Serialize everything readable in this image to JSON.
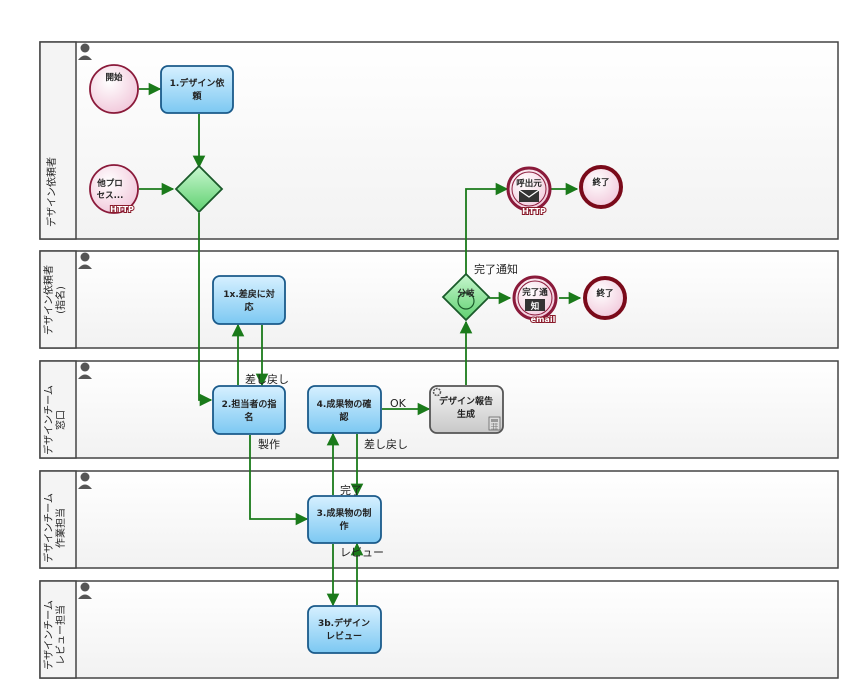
{
  "lanes": [
    {
      "label": "デザイン依頼者"
    },
    {
      "label": "デザイン依頼者",
      "label2": "(指名)"
    },
    {
      "label": "デザインチーム",
      "label2": "窓口"
    },
    {
      "label": "デザインチーム",
      "label2": "作業担当"
    },
    {
      "label": "デザインチーム",
      "label2": "レビュー担当"
    }
  ],
  "nodes": {
    "start": "開始",
    "task1_l1": "1.デザイン依",
    "task1_l2": "頼",
    "other_l1": "他プロ",
    "other_l2": "セス...",
    "other_badge": "HTTP",
    "call_l1": "呼出元",
    "call_badge": "HTTP",
    "end1": "終了",
    "task1x_l1": "1x.差戻に対",
    "task1x_l2": "応",
    "split": "分岐",
    "notify_l1": "完了通",
    "notify_l2": "知",
    "notify_badge": "email",
    "end2": "終了",
    "task2_l1": "2.担当者の指",
    "task2_l2": "名",
    "task4_l1": "4.成果物の確",
    "task4_l2": "認",
    "report_l1": "デザイン報告",
    "report_l2": "生成",
    "task3_l1": "3.成果物の制",
    "task3_l2": "作",
    "task3b_l1": "3b.デザイン",
    "task3b_l2": "レビュー"
  },
  "edge_labels": {
    "done_notify": "完了通知",
    "sendback1": "差し戻し",
    "ok": "OK",
    "make": "製作",
    "sendback2": "差し戻し",
    "done": "完了",
    "review": "レビュー"
  },
  "colors": {
    "task_fill": "#8fd3f7",
    "task_stroke": "#1a5a8a",
    "event_fill": "#f6d8e6",
    "event_stroke": "#8a1a3a",
    "gateway_fill": "#7de08a",
    "arrow": "#1a7a1a"
  }
}
